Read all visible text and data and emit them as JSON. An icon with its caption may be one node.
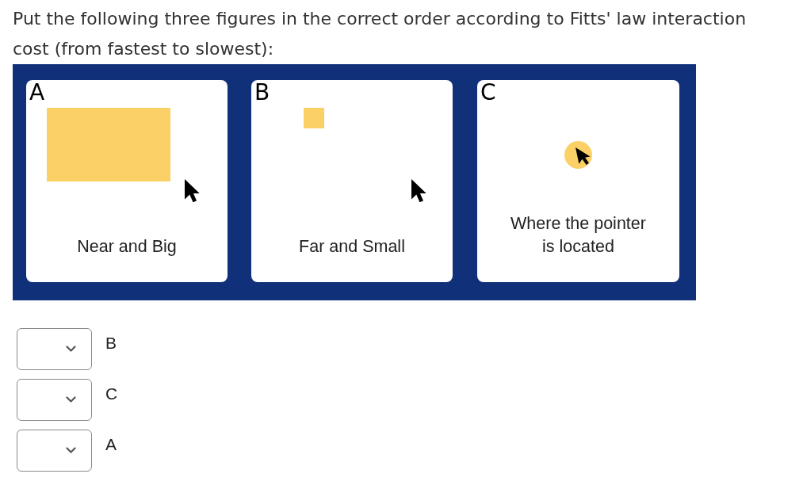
{
  "diagram": {
    "title": "Put the following three figures in the correct order according to Fitts' law interaction cost (from fastest to slowest):",
    "nodes": [
      {
        "text": [
          "A",
          "Near and Big"
        ]
      },
      {
        "text": [
          "B",
          "Far and Small"
        ]
      },
      {
        "text": [
          "C",
          "Where the pointer is located"
        ]
      }
    ],
    "labels": [
      "B",
      "C",
      "A"
    ]
  }
}
